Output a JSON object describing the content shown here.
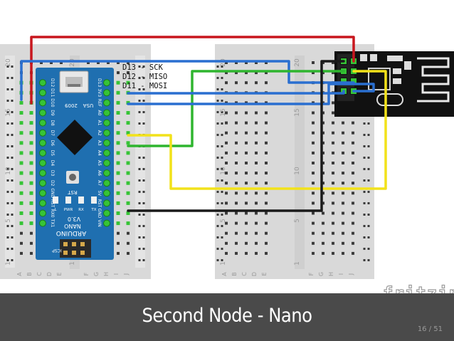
{
  "slide": {
    "title": "Second Node - Nano",
    "page": "16 / 51",
    "watermark": "fritzing"
  },
  "diagram": {
    "pin_labels": [
      "D13 - SCK",
      "D12 - MISO",
      "D11 - MOSI"
    ],
    "board": {
      "brand": "ARDUINO",
      "model": "NANO",
      "version": "V3.0",
      "year": "2009",
      "country": "USA",
      "button": "RST",
      "leds": [
        "L",
        "PWR",
        "RX",
        "TX"
      ],
      "header": "ICSP",
      "left_pins": [
        "D12",
        "D11",
        "D10",
        "D9",
        "D8",
        "D7",
        "D6",
        "D5",
        "D4",
        "D3",
        "D2",
        "GND",
        "RST",
        "RX0",
        "TX1"
      ],
      "right_pins": [
        "D13",
        "3V3",
        "REF",
        "A0",
        "A1",
        "A2",
        "A3",
        "A4",
        "A5",
        "A6",
        "A7",
        "5V",
        "RST",
        "GND",
        "VIN"
      ]
    },
    "breadboard": {
      "row_numbers": [
        "20",
        "15",
        "10",
        "5",
        "1"
      ],
      "col_letters_left": [
        "A",
        "B",
        "C",
        "D",
        "E"
      ],
      "col_letters_right": [
        "F",
        "G",
        "H",
        "I",
        "J"
      ]
    },
    "wire_colors": {
      "red": "#c8171e",
      "blue": "#2a6fd0",
      "green": "#2fb52f",
      "yellow": "#f2e21a",
      "black": "#1a1a1a"
    },
    "board_color": "#1f6fb0"
  }
}
